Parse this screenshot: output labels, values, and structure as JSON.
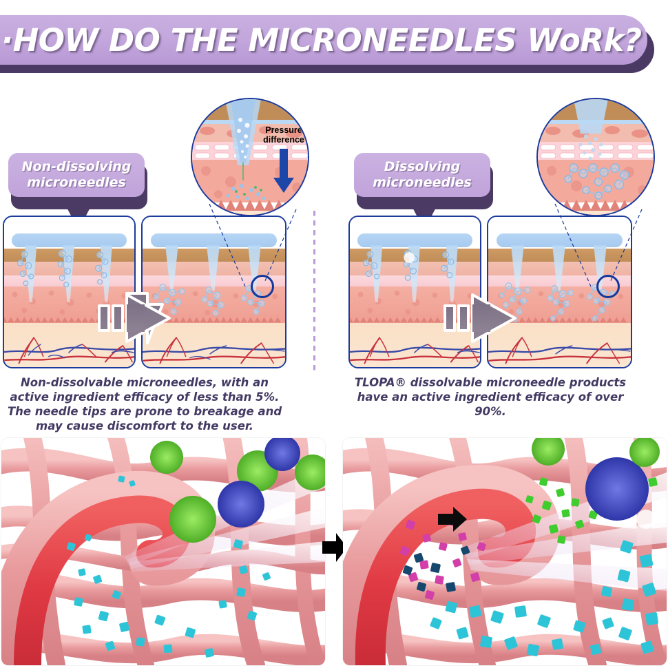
{
  "header": {
    "title": "·HOW DO THE MICRONEEDLES WoRk?",
    "banner_color": "#c2a5dc",
    "banner_shadow_color": "#4a3a63",
    "title_color": "#ffffff"
  },
  "left_section": {
    "pill_label": "Non-dissolving\nmicroneedles",
    "caption": "Non-dissolvable microneedles, with an\nactive ingredient efficacy of less than 5%.\nThe needle tips are prone to breakage and\nmay cause discomfort to the user.",
    "efficacy": "less than 5%",
    "panel_before_name": "non-dissolving-skin-before",
    "panel_after_name": "non-dissolving-skin-after",
    "inset_annotation": "Pressure\ndifference",
    "inset_arrow_color": "#1c46a8"
  },
  "right_section": {
    "pill_label": "Dissolving\nmicroneedles",
    "caption": "TLOPA® dissolvable microneedle products\nhave an active ingredient efficacy of over\n90%.",
    "efficacy": "over 90%",
    "brand": "TLOPA®",
    "panel_before_name": "dissolving-skin-before",
    "panel_after_name": "dissolving-skin-after"
  },
  "bottom": {
    "left_photo_alt": "blood-vessel-few-particles",
    "right_photo_alt": "blood-vessel-many-particles",
    "arrow_icon": "right-arrow-icon"
  },
  "colors": {
    "panel_border": "#1c3b9c",
    "caption_text": "#433a63",
    "divider": "#bb9ad8",
    "epidermis": "#c08d58",
    "dermis": "#ef9e92",
    "subcutaneous": "#fbe6d2",
    "patch": "#a6caf0",
    "artery": "#c7323c",
    "vein": "#3a4aa8",
    "particle_cyan": "#2ec4d8",
    "particle_green": "#62c63c",
    "particle_blue": "#3f47c0",
    "particle_magenta": "#d23fa8"
  }
}
